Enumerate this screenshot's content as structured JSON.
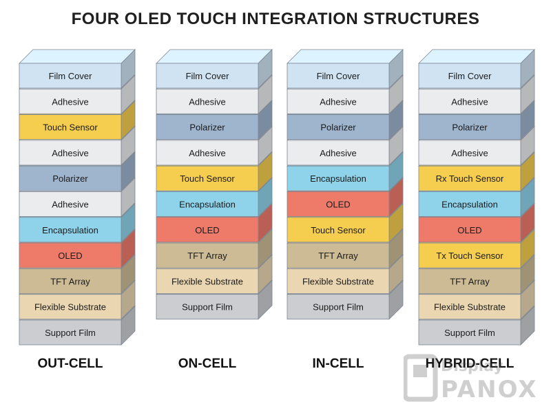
{
  "title": "FOUR OLED TOUCH INTEGRATION STRUCTURES",
  "colors": {
    "Film Cover": "#cfe3f3",
    "Adhesive": "#eaecee",
    "Touch Sensor": "#f5cd4f",
    "Rx Touch Sensor": "#f5cd4f",
    "Tx Touch Sensor": "#f5cd4f",
    "Polarizer": "#9fb4cd",
    "Encapsulation": "#8ed3ea",
    "OLED": "#ee7a6a",
    "TFT Array": "#cdbb95",
    "Flexible Substrate": "#ead7b2",
    "Support Film": "#cbcdd1"
  },
  "stacks": [
    {
      "name": "OUT-CELL",
      "layers": [
        "Film Cover",
        "Adhesive",
        "Touch Sensor",
        "Adhesive",
        "Polarizer",
        "Adhesive",
        "Encapsulation",
        "OLED",
        "TFT Array",
        "Flexible Substrate",
        "Support Film"
      ]
    },
    {
      "name": "ON-CELL",
      "layers": [
        "Film Cover",
        "Adhesive",
        "Polarizer",
        "Adhesive",
        "Touch Sensor",
        "Encapsulation",
        "OLED",
        "TFT Array",
        "Flexible Substrate",
        "Support Film"
      ]
    },
    {
      "name": "IN-CELL",
      "layers": [
        "Film Cover",
        "Adhesive",
        "Polarizer",
        "Adhesive",
        "Encapsulation",
        "OLED",
        "Touch Sensor",
        "TFT Array",
        "Flexible Substrate",
        "Support Film"
      ]
    },
    {
      "name": "HYBRID-CELL",
      "layers": [
        "Film Cover",
        "Adhesive",
        "Polarizer",
        "Adhesive",
        "Rx Touch Sensor",
        "Encapsulation",
        "OLED",
        "Tx Touch Sensor",
        "TFT Array",
        "Flexible Substrate",
        "Support Film"
      ]
    }
  ],
  "watermark": {
    "line1": "Display",
    "line2": "PANOX"
  }
}
